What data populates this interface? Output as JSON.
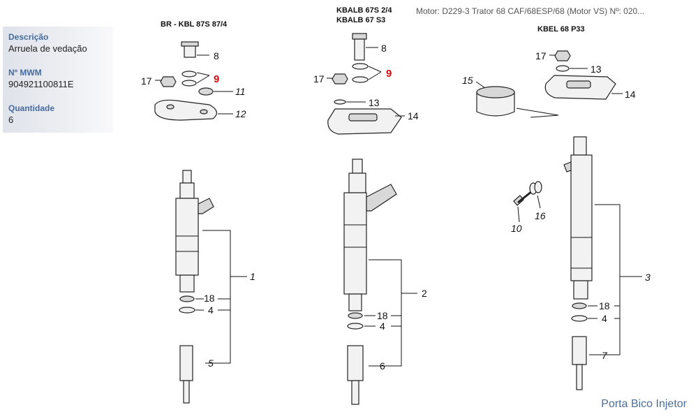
{
  "info": {
    "descricao_label": "Descrição",
    "descricao_value": "Arruela de vedação",
    "mwm_label": "Nº MWM",
    "mwm_value": "904921100811E",
    "quantidade_label": "Quantidade",
    "quantidade_value": "6"
  },
  "header": {
    "text": "Motor: D229-3 Trator 68 CAF/68ESP/68 (Motor VS)   Nº: 020..."
  },
  "footer": {
    "title": "Porta Bico Injetor"
  },
  "diagram": {
    "group_left_label": "BR - KBL 87S 87/4",
    "group_mid_label_1": "KBALB 67S 2/4",
    "group_mid_label_2": "KBALB 67 S3",
    "group_right_label": "KBEL 68 P33",
    "callouts": {
      "c8_a": "8",
      "c9_a": "9",
      "c17_a": "17",
      "c11": "11",
      "c12": "12",
      "c8_b": "8",
      "c9_b": "9",
      "c17_b": "17",
      "c13_b": "13",
      "c14_b": "14",
      "c17_c": "17",
      "c13_c": "13",
      "c14_c": "14",
      "c15": "15",
      "c1": "1",
      "c18_a": "18",
      "c4_a": "4",
      "c5": "5",
      "c2": "2",
      "c18_b": "18",
      "c4_b": "4",
      "c6": "6",
      "c3": "3",
      "c18_c": "18",
      "c4_c": "4",
      "c7": "7",
      "c10": "10",
      "c16": "16"
    },
    "highlight_color": "#d01010"
  }
}
